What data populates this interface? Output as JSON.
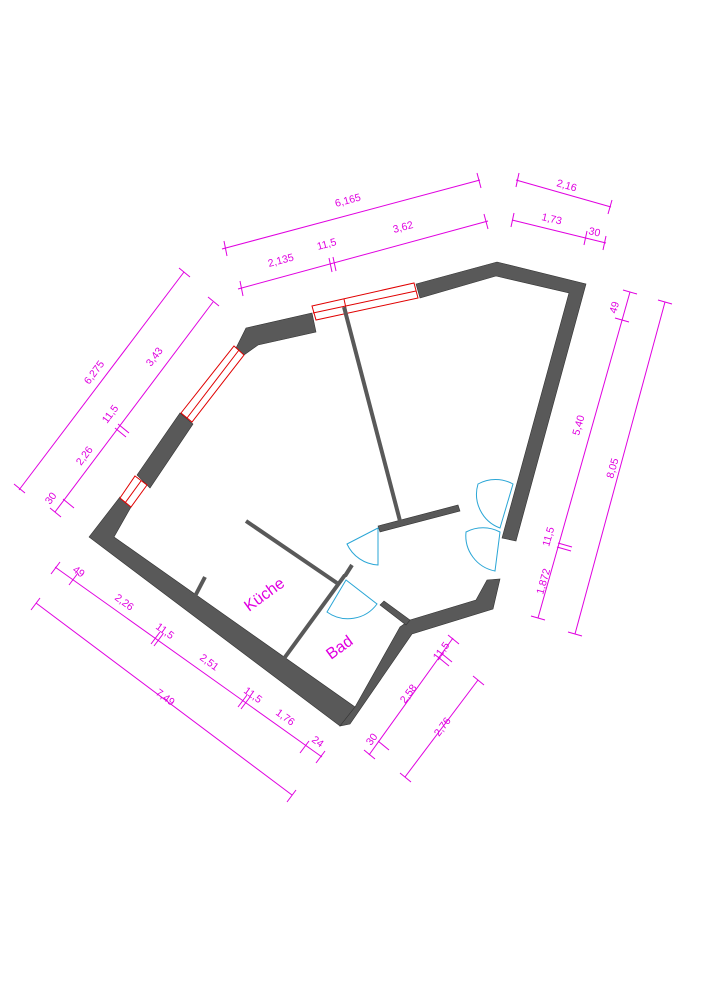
{
  "colors": {
    "dimension": "#e000e0",
    "wall": "#595959",
    "window": "#e00000",
    "door": "#2aa6d6"
  },
  "rooms": {
    "kitchen": "Küche",
    "bath": "Bad"
  },
  "dimensions": {
    "top_total": "6,165",
    "top_right_total": "2,16",
    "top_left_seg": "2,135",
    "top_mid_seg": "11,5",
    "top_right_seg": "3,62",
    "top_far_right_seg": "1,73",
    "top_far_right_wall": "30",
    "left_total": "6,275",
    "left_upper_seg": "3,43",
    "left_mid_seg": "11,5",
    "left_lower_seg": "2,26",
    "left_wall": "30",
    "right_top_wall": "49",
    "right_total": "8,05",
    "right_upper_seg": "5,40",
    "right_mid_seg": "11,5",
    "right_lower_seg": "1,872",
    "bottom_wall": "49",
    "bottom_seg1": "2,26",
    "bottom_seg2": "11,5",
    "bottom_seg3": "2,51",
    "bottom_seg4": "11,5",
    "bottom_seg5": "1,76",
    "bottom_seg6": "24",
    "bottom_total": "7,49",
    "br_seg1": "11,5",
    "br_seg2": "2,58",
    "br_wall": "30",
    "br_total": "2,76"
  }
}
